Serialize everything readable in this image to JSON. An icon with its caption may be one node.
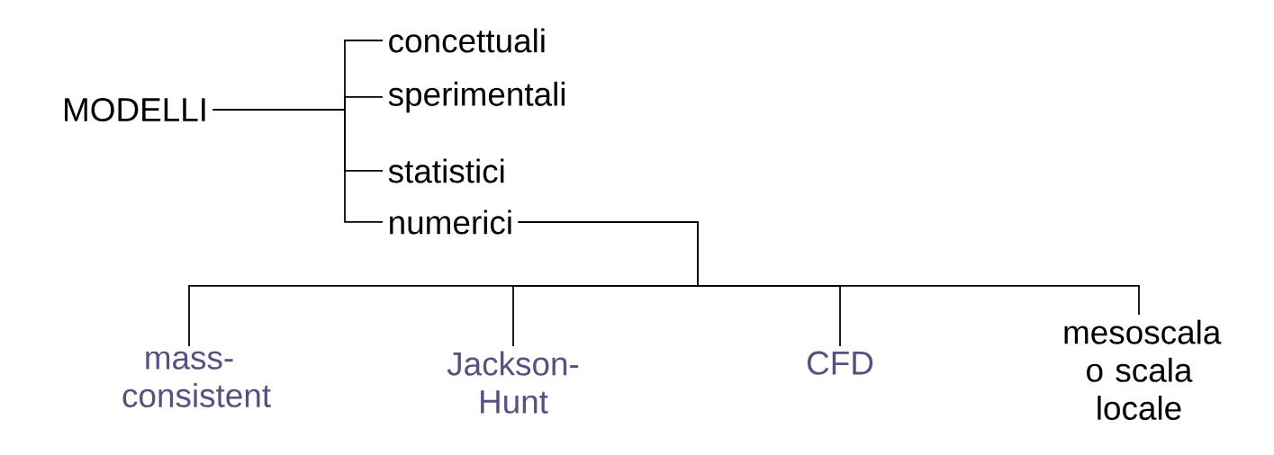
{
  "diagram": {
    "nodes": [
      {
        "text": [
          "MODELLI"
        ]
      },
      {
        "text": [
          "concettuali"
        ]
      },
      {
        "text": [
          "sperimentali"
        ]
      },
      {
        "text": [
          "statistici"
        ]
      },
      {
        "text": [
          "numerici"
        ]
      },
      {
        "text": [
          "mass-consistent"
        ]
      },
      {
        "text": [
          "Jackson-Hunt"
        ]
      },
      {
        "text": [
          "CFD"
        ]
      },
      {
        "text": [
          "mesoscala o scala locale"
        ]
      }
    ],
    "edges": [
      {
        "from": 0,
        "to": 1,
        "arrow": "none"
      },
      {
        "from": 0,
        "to": 2,
        "arrow": "none"
      },
      {
        "from": 0,
        "to": 3,
        "arrow": "none"
      },
      {
        "from": 0,
        "to": 4,
        "arrow": "none"
      },
      {
        "from": 4,
        "to": 5,
        "arrow": "none"
      },
      {
        "from": 4,
        "to": 6,
        "arrow": "none"
      },
      {
        "from": 4,
        "to": 7,
        "arrow": "none"
      },
      {
        "from": 4,
        "to": 8,
        "arrow": "none"
      }
    ]
  }
}
